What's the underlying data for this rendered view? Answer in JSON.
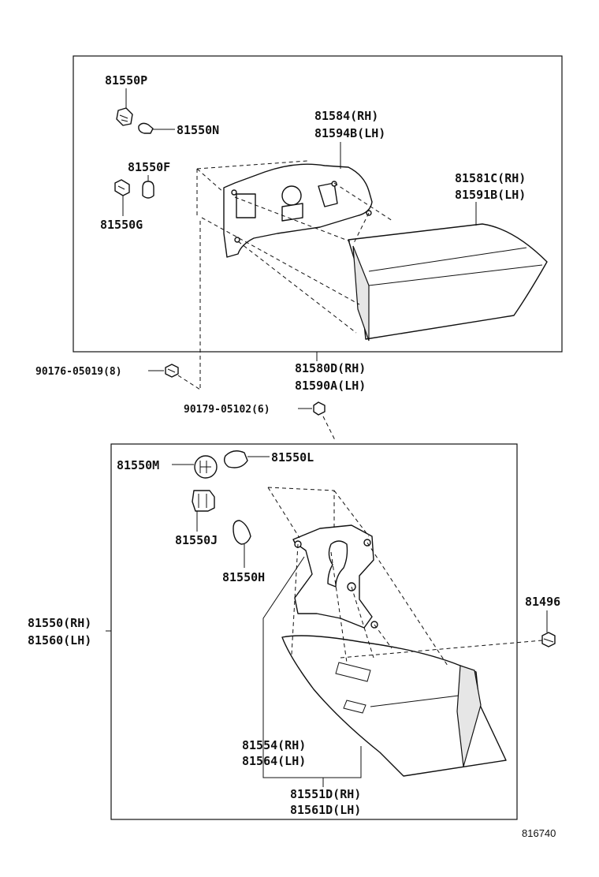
{
  "labels": {
    "p81550P": "81550P",
    "p81550N": "81550N",
    "p81550F": "81550F",
    "p81550G": "81550G",
    "p81584": "81584(RH)",
    "p81594B": "81594B(LH)",
    "p81581C": "81581C(RH)",
    "p81591B": "81591B(LH)",
    "p90176": "90176-05019(8)",
    "p81580D": "81580D(RH)",
    "p81590A": "81590A(LH)",
    "p90179": "90179-05102(6)",
    "p81550M": "81550M",
    "p81550L": "81550L",
    "p81550J": "81550J",
    "p81550H": "81550H",
    "p81550RH": "81550(RH)",
    "p81560LH": "81560(LH)",
    "p81496": "81496",
    "p81554": "81554(RH)",
    "p81564": "81564(LH)",
    "p81551D": "81551D(RH)",
    "p81561D": "81561D(LH)"
  },
  "diagram_id": "816740"
}
